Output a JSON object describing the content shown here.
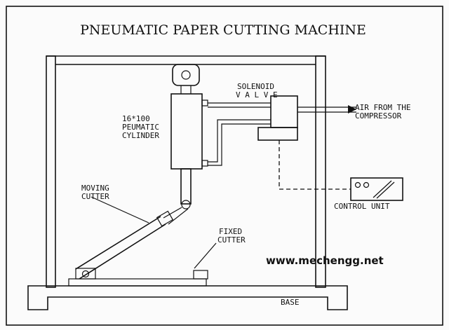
{
  "title": "PNEUMATIC PAPER CUTTING MACHINE",
  "labels": {
    "solenoid_line1": "SOLENOID",
    "solenoid_line2": "V A L V E",
    "air_line1": "AIR FROM THE",
    "air_line2": "COMPRESSOR",
    "cylinder_line1": "16*100",
    "cylinder_line2": "PEUMATIC",
    "cylinder_line3": "CYLINDER",
    "moving_line1": "MOVING",
    "moving_line2": "CUTTER",
    "fixed_line1": "FIXED",
    "fixed_line2": "CUTTER",
    "control_unit": "CONTROL UNIT",
    "base": "BASE"
  },
  "website": "www.mechengg.net"
}
